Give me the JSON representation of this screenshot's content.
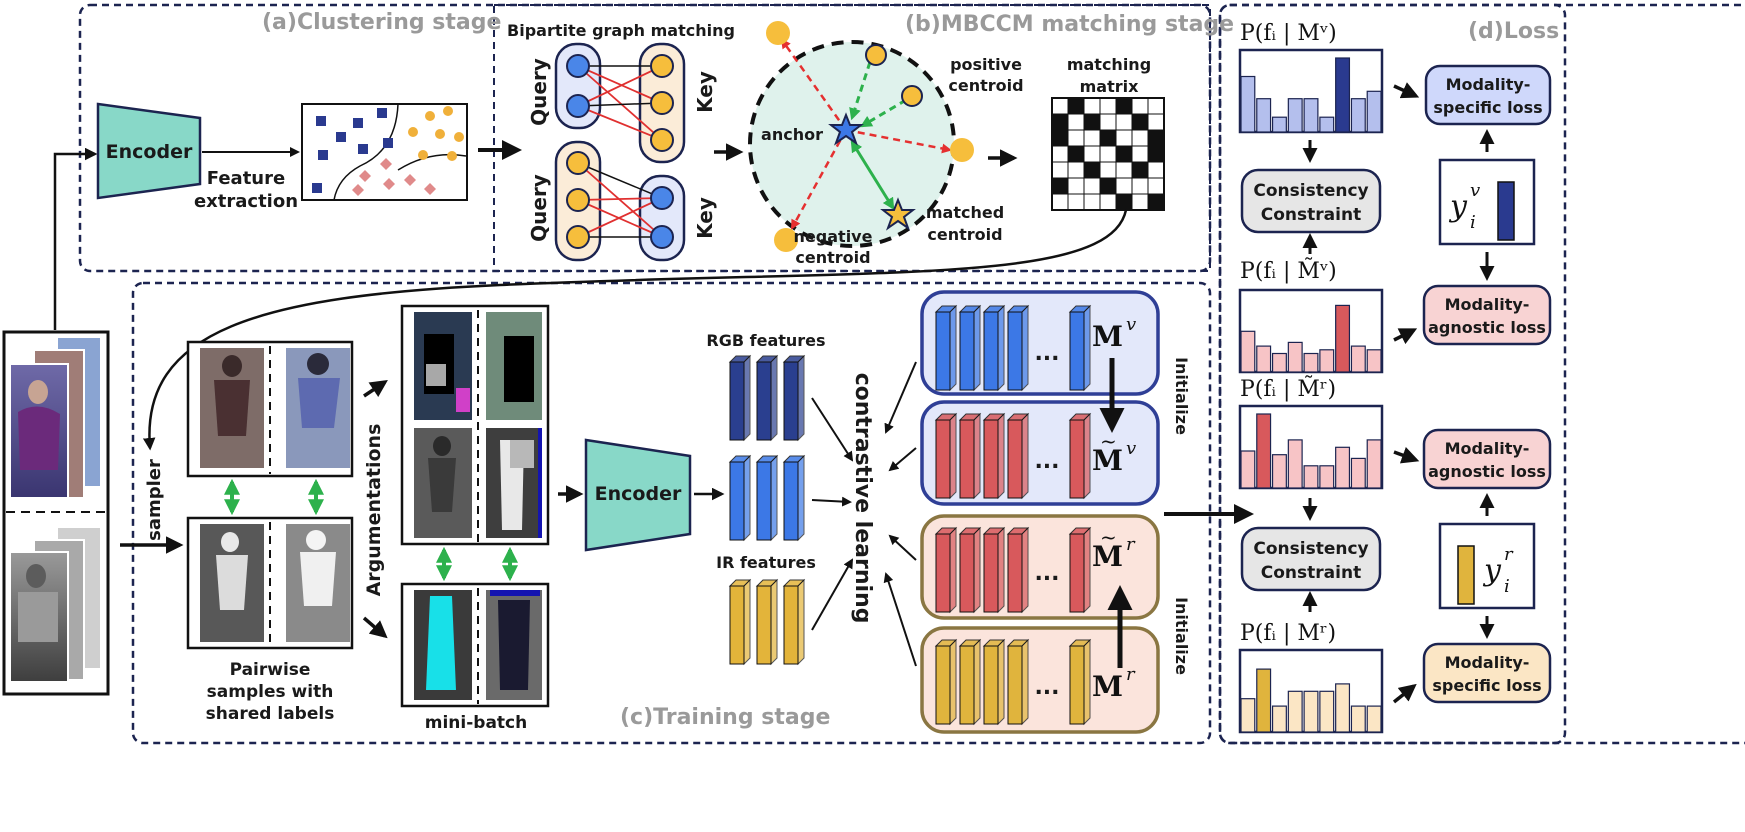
{
  "stages": {
    "clustering": "(a)Clustering stage",
    "matching": "(b)MBCCM matching stage",
    "training": "(c)Training stage",
    "loss": "(d)Loss"
  },
  "clustering": {
    "encoder": "Encoder",
    "feature_extraction_1": "Feature",
    "feature_extraction_2": "extraction"
  },
  "matching": {
    "bipartite_title": "Bipartite graph matching",
    "query": "Query",
    "key": "Key",
    "anchor": "anchor",
    "positive_1": "positive",
    "positive_2": "centroid",
    "negative_1": "negative",
    "negative_2": "centroid",
    "matched_1": "matched",
    "matched_2": "centroid",
    "matrix_1": "matching",
    "matrix_2": "matrix"
  },
  "training": {
    "sampler": "sampler",
    "pairwise_1": "Pairwise",
    "pairwise_2": "samples with",
    "pairwise_3": "shared labels",
    "argumentations": "Argumentations",
    "mini_batch": "mini-batch",
    "encoder": "Encoder",
    "rgb_features": "RGB features",
    "ir_features": "IR features",
    "contrastive": "contrastive learning",
    "initialize_top": "Initialize",
    "initialize_bottom": "Initialize",
    "ellipsis": "...",
    "mem_v": "M",
    "mem_v_sup": "v",
    "mem_r": "M",
    "mem_r_sup": "r"
  },
  "loss": {
    "p_v": "P(f",
    "p_v_full": "P(fᵢ | Mᵛ)",
    "p_tv_full": "P(fᵢ | M̃ᵛ)",
    "p_tr_full": "P(fᵢ | M̃ʳ)",
    "p_r_full": "P(fᵢ | Mʳ)",
    "ms_loss_1": "Modality-",
    "ms_loss_2": "specific loss",
    "ma_loss_1": "Modality-",
    "ma_loss_2": "agnostic loss",
    "consistency_1": "Consistency",
    "consistency_2": "Constraint",
    "y_v": "y",
    "y_sub": "i",
    "y_v_sup": "v",
    "y_r_sup": "r"
  },
  "colors": {
    "encoder_fill": "#88d8c8",
    "blue_node": "#4a86e8",
    "yellow_node": "#f6be3c",
    "rgb_feature": "#2a3f8f",
    "blue_feature": "#3c78e6",
    "ir_feature": "#e3b43a",
    "memory_blue": "#e3e8fa",
    "memory_pink": "#fbe4dc",
    "mem_border_blue": "#2f3f96",
    "mem_border_brown": "#8a7642",
    "red_bar": "#d8595c",
    "yellow_bar": "#e0b43d",
    "loss_blue": "#cfd8fb",
    "loss_pink": "#f8d3d3",
    "loss_yellow": "#fbe6c5",
    "consistency": "#e6e6e6",
    "green_arrow": "#2db14c",
    "red_arrow": "#e53030"
  },
  "chart_data": [
    {
      "type": "bar",
      "name": "P_v",
      "values": [
        0.75,
        0.45,
        0.2,
        0.45,
        0.45,
        0.2,
        1.0,
        0.45,
        0.55
      ]
    },
    {
      "type": "bar",
      "name": "P_tilde_v",
      "values": [
        0.55,
        0.35,
        0.25,
        0.4,
        0.25,
        0.3,
        0.9,
        0.35,
        0.3
      ]
    },
    {
      "type": "bar",
      "name": "P_tilde_r",
      "values": [
        0.5,
        1.0,
        0.45,
        0.65,
        0.3,
        0.3,
        0.55,
        0.4,
        0.65
      ]
    },
    {
      "type": "bar",
      "name": "P_r",
      "values": [
        0.45,
        0.85,
        0.35,
        0.55,
        0.55,
        0.55,
        0.65,
        0.35,
        0.35
      ]
    }
  ]
}
